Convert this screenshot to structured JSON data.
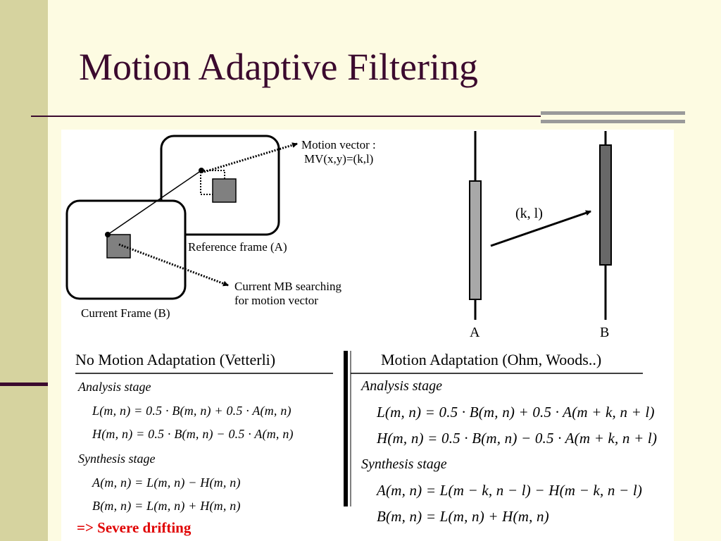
{
  "slide": {
    "title": "Motion Adaptive Filtering"
  },
  "diagram_left": {
    "motion_vector_line1": "Motion vector :",
    "motion_vector_line2": "MV(x,y)=(k,l)",
    "reference_frame_label": "Reference frame (A)",
    "current_frame_label": "Current Frame (B)",
    "current_mb_line1": "Current MB searching",
    "current_mb_line2": "for motion vector"
  },
  "diagram_right": {
    "vector_label": "(k, l)",
    "bar_a_label": "A",
    "bar_b_label": "B"
  },
  "left_column": {
    "heading": "No Motion Adaptation (Vetterli)",
    "analysis_label": "Analysis  stage",
    "eq_L": "L(m, n) = 0.5 · B(m, n) + 0.5 · A(m, n)",
    "eq_H": "H(m, n) = 0.5 · B(m, n) − 0.5 · A(m, n)",
    "synthesis_label": "Synthesis  stage",
    "eq_A": "A(m, n) = L(m, n) − H(m, n)",
    "eq_B": "B(m, n) = L(m, n) + H(m, n)",
    "conclusion": "=> Severe drifting"
  },
  "right_column": {
    "heading": "Motion Adaptation (Ohm, Woods..)",
    "analysis_label": "Analysis  stage",
    "eq_L": "L(m, n) = 0.5 · B(m, n) + 0.5 · A(m + k, n + l)",
    "eq_H": "H(m, n) = 0.5 · B(m, n) − 0.5 · A(m + k, n + l)",
    "synthesis_label": "Synthesis  stage",
    "eq_A": "A(m, n) = L(m − k, n − l) − H(m − k, n − l)",
    "eq_B": "B(m, n) = L(m, n) + H(m, n)"
  },
  "colors": {
    "title": "#3b0a2e",
    "sidebar": "#d6d39f",
    "background": "#fdfbe2",
    "block_fill": "#808080",
    "bar_a_fill": "#a8a8a8",
    "bar_b_fill": "#686868",
    "conclusion": "#e00000"
  }
}
